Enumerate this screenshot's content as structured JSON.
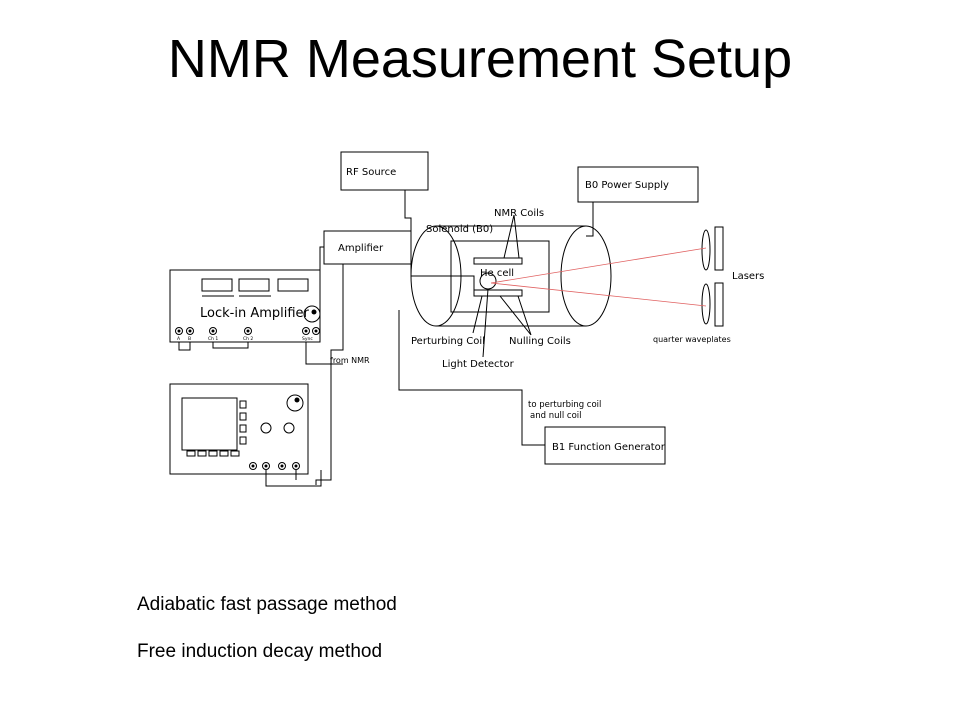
{
  "slide": {
    "title": "NMR Measurement Setup",
    "bullets": [
      "Adiabatic fast passage method",
      "Free induction decay method"
    ]
  },
  "diagram": {
    "labels": {
      "rf_source": "RF Source",
      "b0_power_supply": "B0 Power Supply",
      "amplifier": "Amplifier",
      "nmr_coils": "NMR Coils",
      "solenoid": "Solenoid (B0)",
      "he_cell": "He cell",
      "lock_in_amplifier": "Lock-in Amplifier",
      "lasers": "Lasers",
      "quarter_waveplates": "quarter waveplates",
      "perturbing_coil": "Perturbing Coil",
      "nulling_coils": "Nulling Coils",
      "light_detector": "Light Detector",
      "from_nmr": "from NMR",
      "to_perturbing_line1": "to perturbing coil",
      "to_perturbing_line2": "and null coil",
      "b1_function_generator": "B1 Function Generator",
      "terminal_a": "A",
      "terminal_b": "B",
      "terminal_ch1": "Ch 1",
      "terminal_ch2": "Ch 2",
      "terminal_sync": "Sync"
    },
    "colors": {
      "line": "#000000",
      "laser_beam": "#e06060"
    }
  }
}
